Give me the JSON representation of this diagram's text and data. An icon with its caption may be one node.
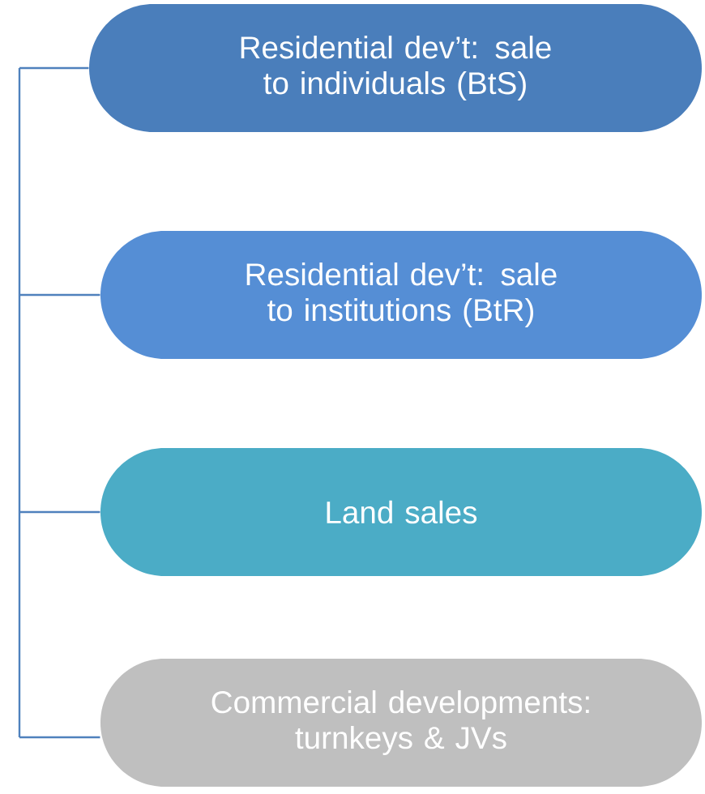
{
  "diagram": {
    "nodes": [
      {
        "text": [
          "Residential dev’t: sale to individuals (BtS)"
        ]
      },
      {
        "text": [
          "Residential dev’t: sale to institutions (BtR)"
        ]
      },
      {
        "text": [
          "Land sales"
        ]
      },
      {
        "text": [
          "Commercial developments: turnkeys & JVs"
        ]
      }
    ],
    "edges": [
      {
        "from": null,
        "to": 0,
        "arrow": "none"
      },
      {
        "from": null,
        "to": 1,
        "arrow": "none"
      },
      {
        "from": null,
        "to": 2,
        "arrow": "none"
      },
      {
        "from": null,
        "to": 3,
        "arrow": "none"
      }
    ]
  }
}
